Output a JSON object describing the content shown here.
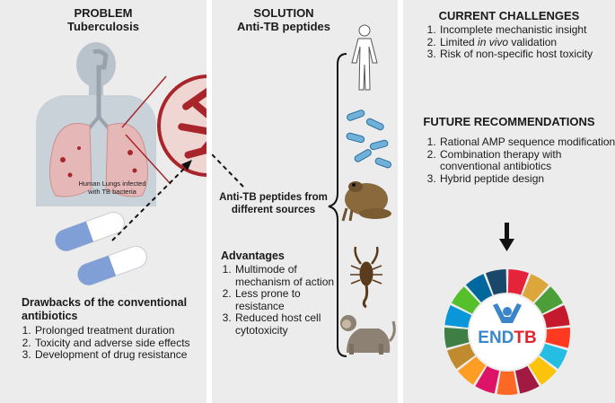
{
  "problem": {
    "heading": "PROBLEM",
    "subheading": "Tuberculosis",
    "lungs_caption": "Human Lungs infected with TB bacteria",
    "drawbacks_title": "Drawbacks of the conventional antibiotics",
    "drawbacks": [
      "Prolonged treatment duration",
      "Toxicity and adverse side effects",
      "Development of drug resistance"
    ]
  },
  "solution": {
    "heading": "SOLUTION",
    "subheading": "Anti-TB peptides",
    "sources_label": "Anti-TB peptides from different sources",
    "advantages_title": "Advantages",
    "advantages": [
      "Multimode of mechanism of action",
      "Less prone to resistance",
      "Reduced host cell cytotoxicity"
    ]
  },
  "challenges": {
    "heading": "CURRENT CHALLENGES",
    "item1": "Incomplete mechanistic insight",
    "item2_prefix": "Limited ",
    "item2_italic": "in vivo",
    "item2_suffix": " validation",
    "item3": "Risk of non-specific host toxicity"
  },
  "recommendations": {
    "heading": "FUTURE RECOMMENDATIONS",
    "items": [
      "Rational AMP sequence modification",
      "Combination therapy with conventional antibiotics",
      "Hybrid peptide design"
    ]
  },
  "logo": {
    "word1": "END",
    "word2": "TB",
    "colors": {
      "end": "#3a86c8",
      "tb": "#e4232e",
      "wheel": [
        "#e5243b",
        "#dda63a",
        "#4c9f38",
        "#c5192d",
        "#ff3a21",
        "#26bde2",
        "#fcc30b",
        "#a21942",
        "#fd6925",
        "#dd1367",
        "#fd9d24",
        "#bf8b2e",
        "#3f7e44",
        "#0a97d9",
        "#56c02b",
        "#00689d",
        "#19486a"
      ]
    }
  },
  "colors": {
    "panel_bg": "#ececec",
    "bacteria": "#a8262b",
    "lung": "#e6b7b7",
    "pill_blue": "#7f9fd6"
  }
}
